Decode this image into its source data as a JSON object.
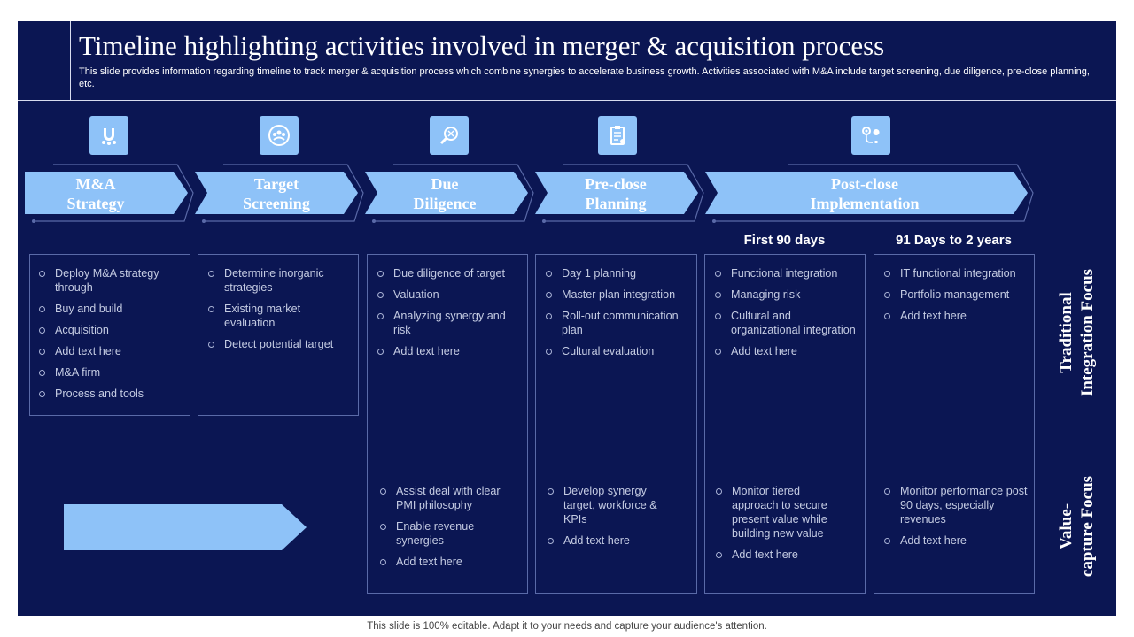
{
  "header": {
    "title": "Timeline highlighting activities involved in merger & acquisition process",
    "subtitle": "This slide provides information regarding timeline to track merger & acquisition process which combine synergies to accelerate business growth. Activities associated with M&A include target screening, due diligence, pre-close planning, etc."
  },
  "icons": [
    "magnet-people-icon",
    "team-circle-icon",
    "dna-search-icon",
    "clipboard-checklist-icon",
    "gear-bulb-icon"
  ],
  "stages": [
    {
      "line1": "M&A",
      "line2": "Strategy"
    },
    {
      "line1": "Target",
      "line2": "Screening"
    },
    {
      "line1": "Due",
      "line2": "Diligence"
    },
    {
      "line1": "Pre-close",
      "line2": "Planning"
    },
    {
      "line1": "Post-close",
      "line2": "Implementation"
    }
  ],
  "periods": [
    "First 90 days",
    "91 Days to 2 years"
  ],
  "columns": [
    {
      "top": [
        "Deploy M&A strategy through",
        "Buy and build",
        "Acquisition",
        "Add text here",
        "M&A firm",
        "Process and tools"
      ]
    },
    {
      "top": [
        "Determine inorganic strategies",
        "Existing market evaluation",
        "Detect potential target"
      ]
    },
    {
      "top": [
        "Due diligence of target",
        "Valuation",
        "Analyzing synergy and risk",
        "Add text here"
      ],
      "bottom": [
        "Assist deal with clear PMI philosophy",
        "Enable revenue synergies",
        "Add text here"
      ]
    },
    {
      "top": [
        "Day 1 planning",
        "Master plan integration",
        "Roll-out communication plan",
        "Cultural evaluation"
      ],
      "bottom": [
        "Develop synergy target, workforce & KPIs",
        "Add text here"
      ]
    },
    {
      "top": [
        "Functional integration",
        "Managing risk",
        "Cultural and organizational integration",
        "Add text here"
      ],
      "bottom": [
        "Monitor tiered approach to secure present value while building new value",
        "Add text here"
      ]
    },
    {
      "top": [
        "IT functional integration",
        "Portfolio management",
        "Add text here"
      ],
      "bottom": [
        "Monitor performance post 90 days, especially revenues",
        "Add text here"
      ]
    }
  ],
  "side_labels": {
    "traditional_line1": "Traditional",
    "traditional_line2": "Integration Focus",
    "value_line1": "Value-",
    "value_line2": "capture Focus"
  },
  "footer": "This slide is 100% editable. Adapt it to your needs and capture your audience's attention.",
  "colors": {
    "background": "#0b1653",
    "arrow_fill": "#8ec2f8",
    "box_border": "#5a6aa8",
    "bullet_text": "#c4cbe2"
  }
}
